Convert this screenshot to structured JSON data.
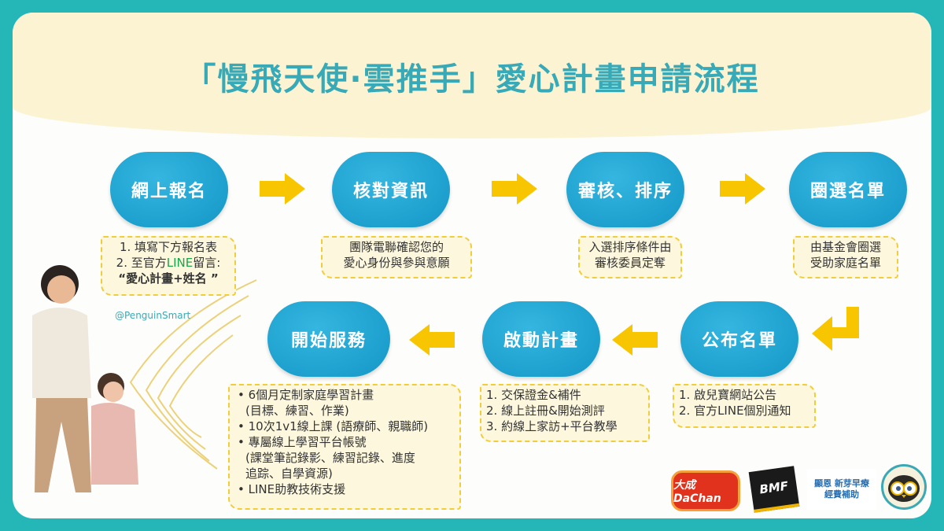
{
  "title": "「慢飛天使·雲推手」愛心計畫申請流程",
  "steps": [
    {
      "label": "網上報名",
      "lines": [
        "1. 填寫下方報名表",
        "2. 至官方",
        "LINE",
        "留言:",
        "“愛心計畫+姓名 ”"
      ]
    },
    {
      "label": "核對資訊",
      "lines": [
        "團隊電聯確認您的",
        "愛心身份與參與意願"
      ]
    },
    {
      "label": "審核、排序",
      "lines": [
        "入選排序條件由",
        "審核委員定奪"
      ]
    },
    {
      "label": "圈選名單",
      "lines": [
        "由基金會圈選",
        "受助家庭名單"
      ]
    },
    {
      "label": "公布名單",
      "lines": [
        "1. 啟兒寶網站公告",
        "2. 官方LINE個別通知"
      ]
    },
    {
      "label": "啟動計畫",
      "lines": [
        "1. 交保證金&補件",
        "2. 線上註冊&開始測評",
        "3. 約線上家訪+平台教學"
      ]
    },
    {
      "label": "開始服務",
      "lines": [
        "• 6個月定制家庭學習計畫",
        "(目標、練習、作業)",
        "• 10次1v1線上課 (語療師、親職師)",
        "• 專屬線上學習平台帳號",
        "(課堂筆記錄影、練習記錄、進度",
        "追踪、自學資源)",
        "• LINE助教技術支援"
      ]
    }
  ],
  "handle": "@PenguinSmart",
  "logos": [
    "大成 DaChan",
    "BMF",
    "顯恩 新芽早療 經費補助",
    "penguin-logo"
  ],
  "colors": {
    "teal": "#25b7b8",
    "step": "#1aa3d0",
    "arrow": "#f7c600"
  }
}
